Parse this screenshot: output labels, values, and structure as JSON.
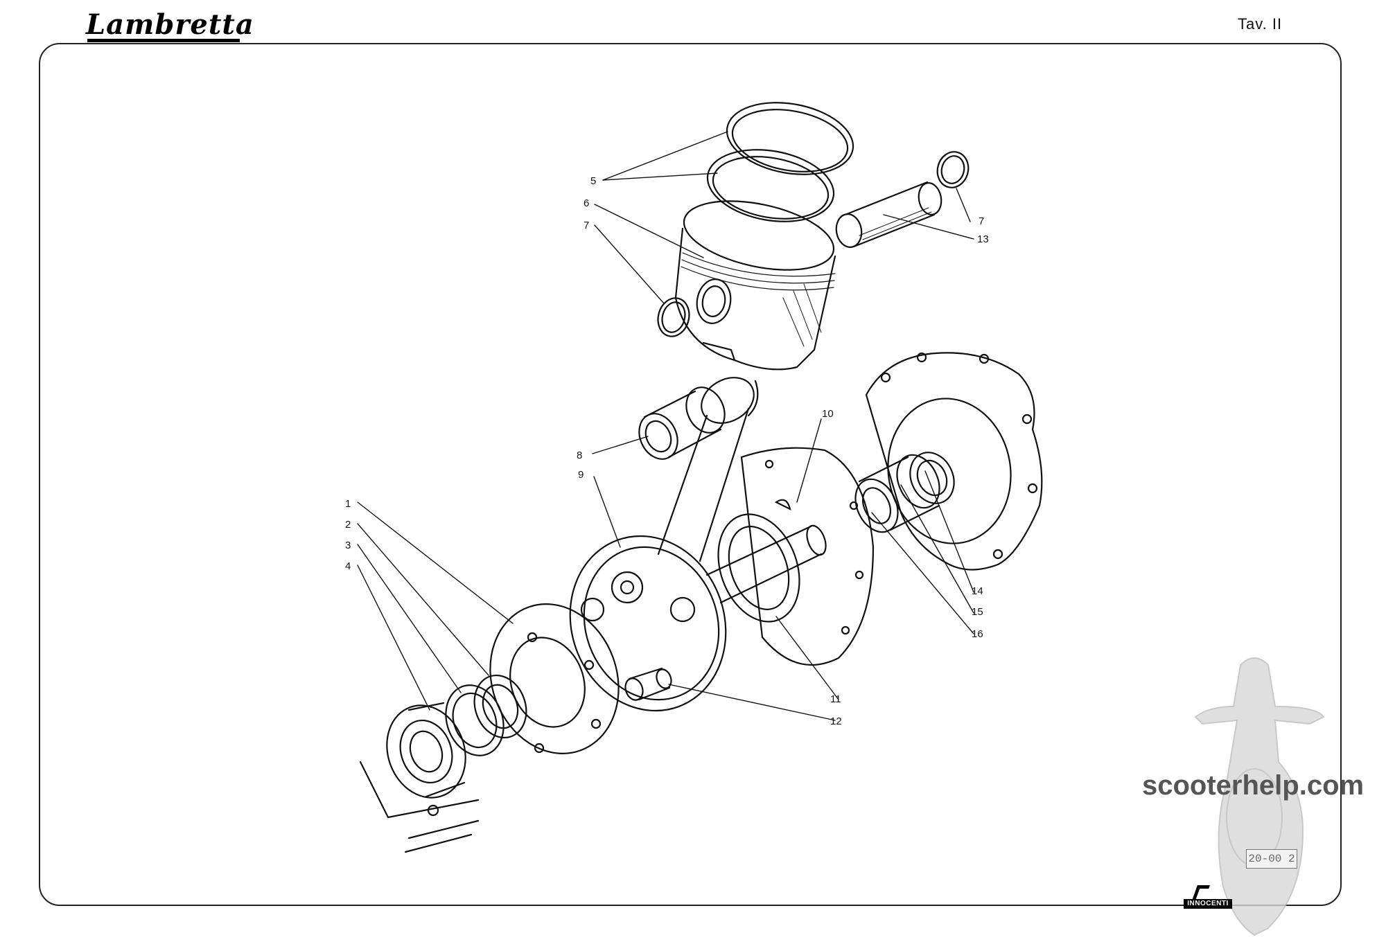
{
  "header": {
    "brand": "Lambretta",
    "plate": "Tav. II"
  },
  "callouts": [
    "1",
    "2",
    "3",
    "4",
    "5",
    "6",
    "7",
    "8",
    "9",
    "10",
    "11",
    "12",
    "13",
    "14",
    "15",
    "16"
  ],
  "watermark": {
    "site": "scooterhelp.com",
    "code": "20-00 2",
    "maker": "INNOCENTI"
  }
}
